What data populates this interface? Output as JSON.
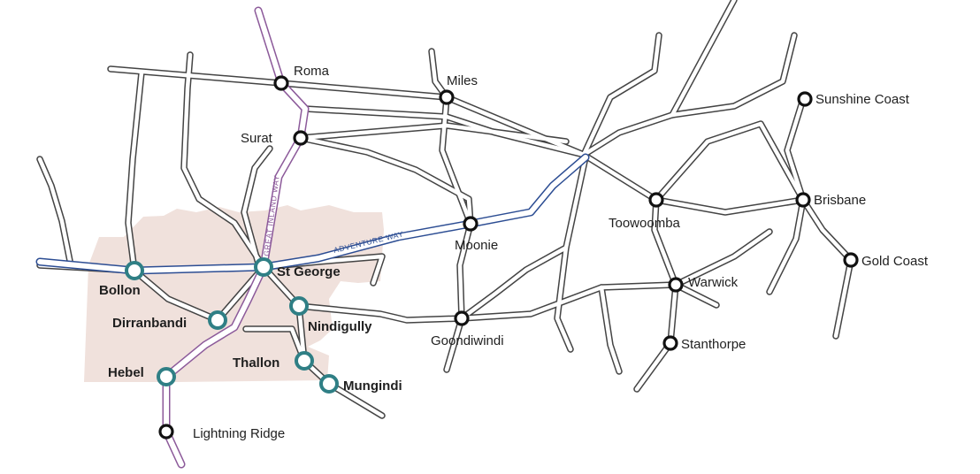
{
  "colors": {
    "region": "#f0e1dc",
    "adventure_way": "#2c4d93",
    "great_inland_way": "#8c5a9a",
    "highlight_town": "#2f7f85",
    "road_outline": "#444444",
    "minor_town": "#111111"
  },
  "routes": {
    "adventure_way": "ADVENTURE WAY",
    "great_inland_way": "GREAT INLAND WAY"
  },
  "towns": {
    "roma": "Roma",
    "miles": "Miles",
    "surat": "Surat",
    "sunshine_coast": "Sunshine Coast",
    "brisbane": "Brisbane",
    "toowoomba": "Toowoomba",
    "moonie": "Moonie",
    "gold_coast": "Gold Coast",
    "warwick": "Warwick",
    "goondiwindi": "Goondiwindi",
    "stanthorpe": "Stanthorpe",
    "bollon": "Bollon",
    "st_george": "St George",
    "dirranbandi": "Dirranbandi",
    "nindigully": "Nindigully",
    "thallon": "Thallon",
    "hebel": "Hebel",
    "mungindi": "Mungindi",
    "lightning_ridge": "Lightning Ridge"
  },
  "highlighted_towns": [
    "Bollon",
    "St George",
    "Dirranbandi",
    "Nindigully",
    "Thallon",
    "Hebel",
    "Mungindi"
  ]
}
